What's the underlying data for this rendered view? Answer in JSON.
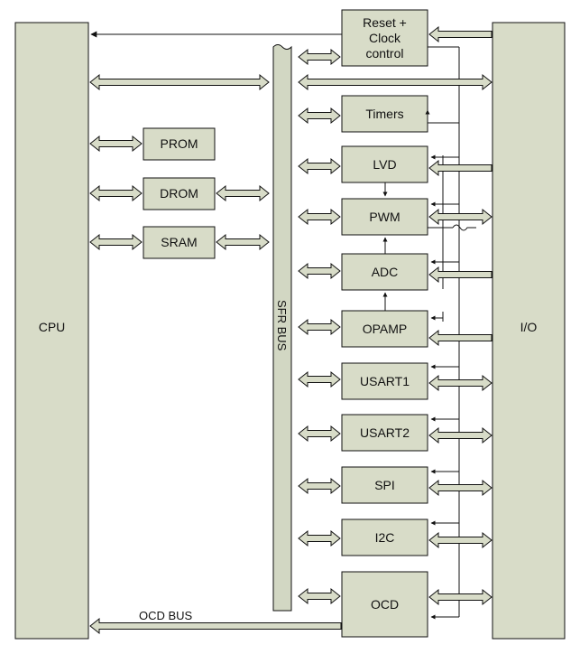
{
  "colors": {
    "block_fill": "#d8dcc8",
    "bus_fill": "#d2d7c3",
    "stroke": "#111111",
    "background": "#ffffff"
  },
  "diagram": {
    "cpu": "CPU",
    "io": "I/O",
    "sfr_bus": "SFR BUS",
    "ocd_bus": "OCD BUS",
    "memories": {
      "prom": "PROM",
      "drom": "DROM",
      "sram": "SRAM"
    },
    "reset_clock": "Reset +\nClock\ncontrol",
    "peripherals": {
      "timers": "Timers",
      "lvd": "LVD",
      "pwm": "PWM",
      "adc": "ADC",
      "opamp": "OPAMP",
      "usart1": "USART1",
      "usart2": "USART2",
      "spi": "SPI",
      "i2c": "I2C",
      "ocd": "OCD"
    }
  }
}
